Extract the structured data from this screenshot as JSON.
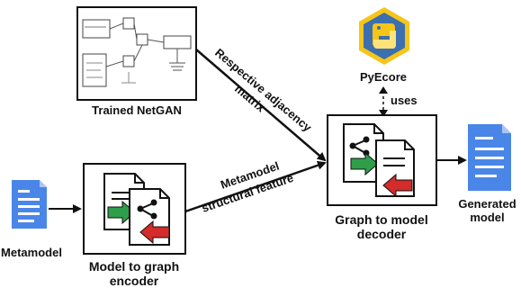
{
  "labels": {
    "trained_netgan": "Trained NetGAN",
    "respective_adjacency": "Respective adjacency",
    "matrix": "matrix",
    "pyecore": "PyEcore",
    "uses": "uses",
    "metamodel_structural": "Metamodel",
    "structural_feature": "structural feature",
    "metamodel": "Metamodel",
    "model_to_graph_line1": "Model to graph",
    "model_to_graph_line2": "encoder",
    "graph_to_model_line1": "Graph to model",
    "graph_to_model_line2": "decoder",
    "generated_line1": "Generated",
    "generated_line2": "model"
  },
  "colors": {
    "doc_blue": "#4a86e8",
    "arrow_green": "#2e9e4a",
    "arrow_red": "#d42b2b",
    "pyecore_blue": "#3c6fb0",
    "pyecore_yellow": "#f5c518"
  },
  "icons": [
    "doc-icon",
    "share-icon",
    "green-arrow-icon",
    "red-arrow-icon",
    "python-logo-icon"
  ]
}
